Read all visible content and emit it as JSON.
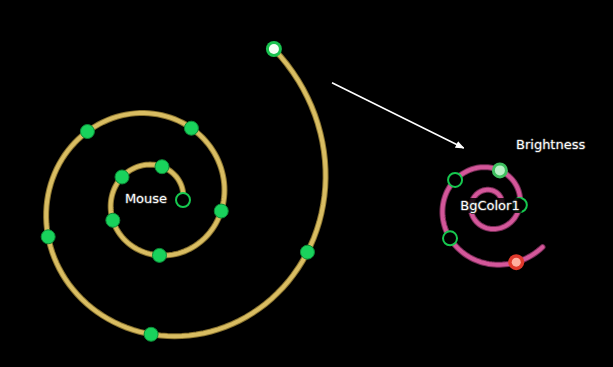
{
  "diagram": {
    "nodes": [
      {
        "text": [
          "Mouse"
        ]
      },
      {
        "text": [
          "BgColor1"
        ]
      }
    ],
    "edges": [
      {
        "from": 0,
        "to": 1,
        "arrow": "to"
      }
    ],
    "labels": [
      "Brightness"
    ]
  }
}
